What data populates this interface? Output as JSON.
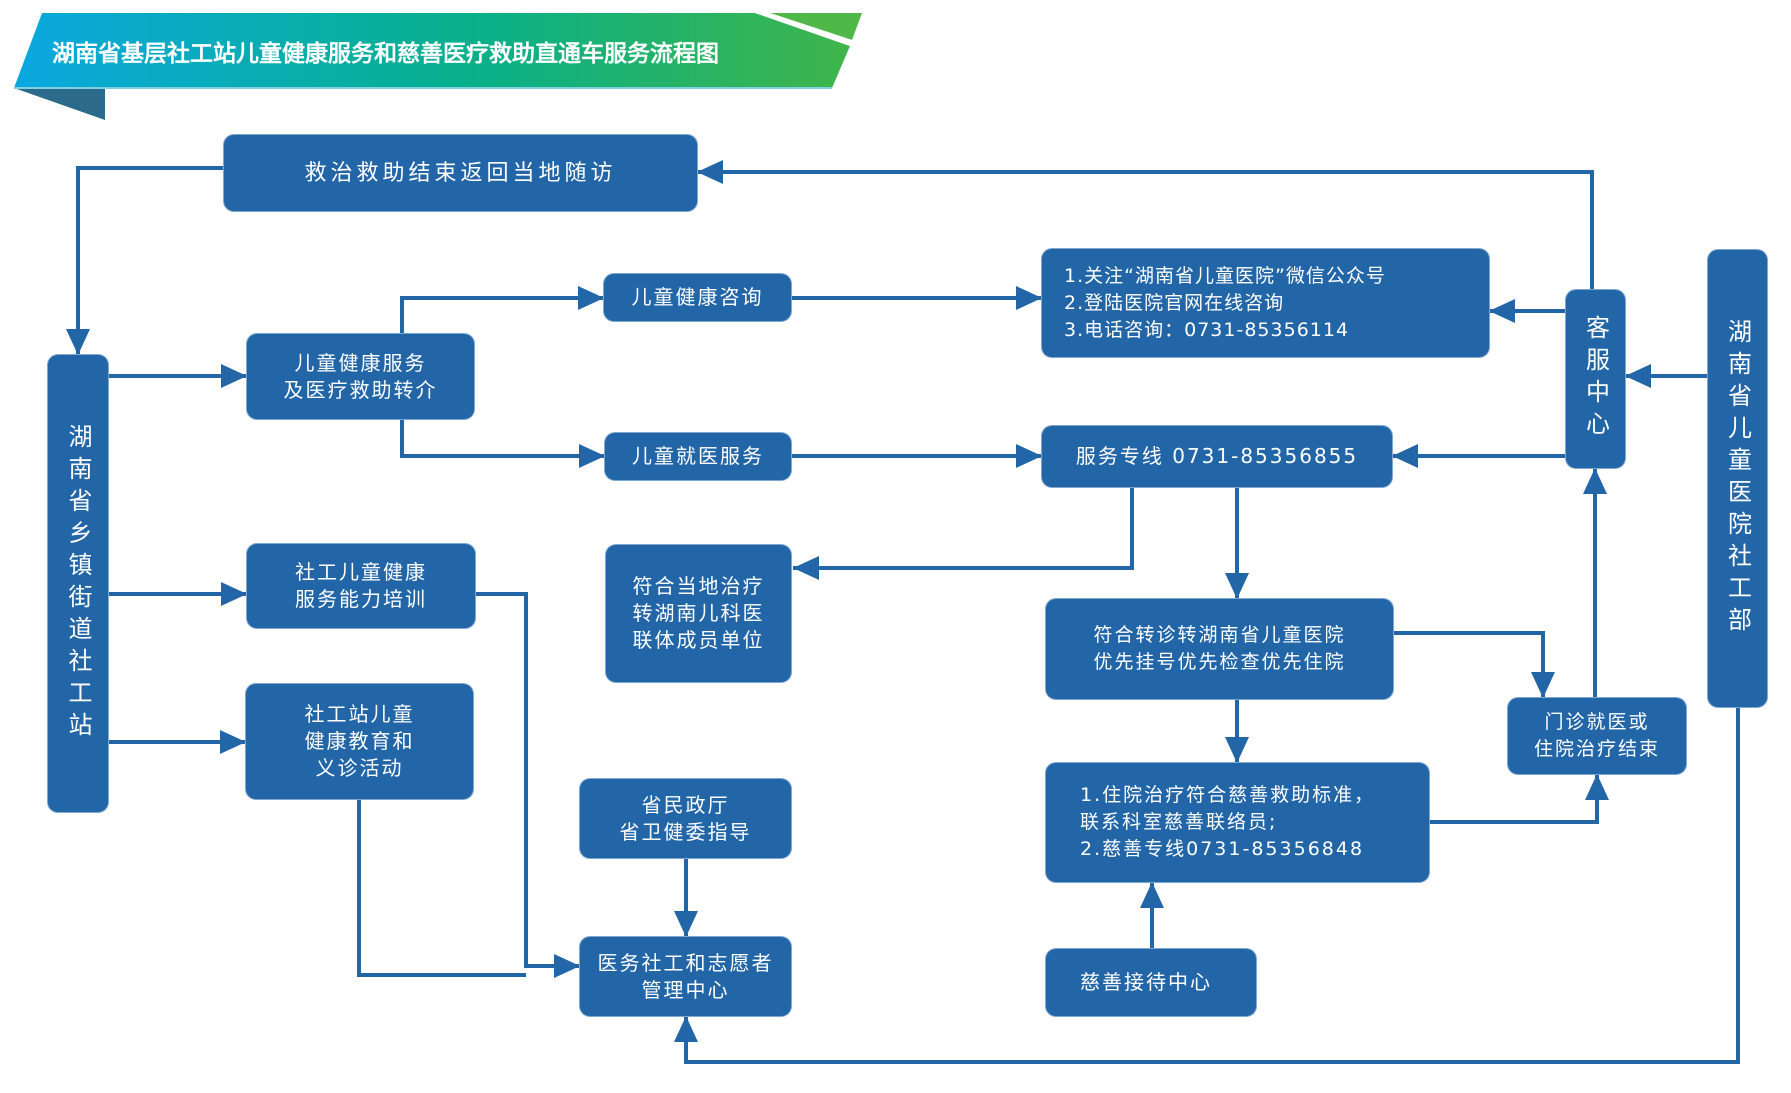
{
  "title": "湖南省基层社工站儿童健康服务和慈善医疗救助直通车服务流程图",
  "colors": {
    "node": "#2366A8",
    "line": "#2366A8",
    "banner_start": "#0AA8E0",
    "banner_mid": "#08B08A",
    "banner_end": "#3FB54A",
    "banner_fold": "#2B6A8A"
  },
  "nodes": {
    "followup": "救治救助结束返回当地随访",
    "township_station": "湖南省乡镇街道社工站",
    "child_health_service": "儿童健康服务\n及医疗救助转介",
    "health_consult": "儿童健康咨询",
    "medical_service": "儿童就医服务",
    "consult_methods": "1.关注“湖南省儿童医院”微信公众号\n2.登陆医院官网在线咨询\n3.电话咨询：0731-85356114",
    "service_hotline": "服务专线 0731-85356855",
    "customer_service": "客服中心",
    "hospital_social_dept": "湖南省儿童医院社工部",
    "local_treatment": "符合当地治疗\n转湖南儿科医\n联体成员单位",
    "transfer_priority": "符合转诊转湖南省儿童医院\n优先挂号优先检查优先住院",
    "outpatient_end": "门诊就医或\n住院治疗结束",
    "charity_standard": "1.住院治疗符合慈善救助标准，\n联系科室慈善联络员;\n2.慈善专线0731-85356848",
    "charity_reception": "慈善接待中心",
    "training": "社工儿童健康\n服务能力培训",
    "education": "社工站儿童\n健康教育和\n义诊活动",
    "government_guidance": "省民政厅\n省卫健委指导",
    "volunteer_center": "医务社工和志愿者\n管理中心"
  }
}
